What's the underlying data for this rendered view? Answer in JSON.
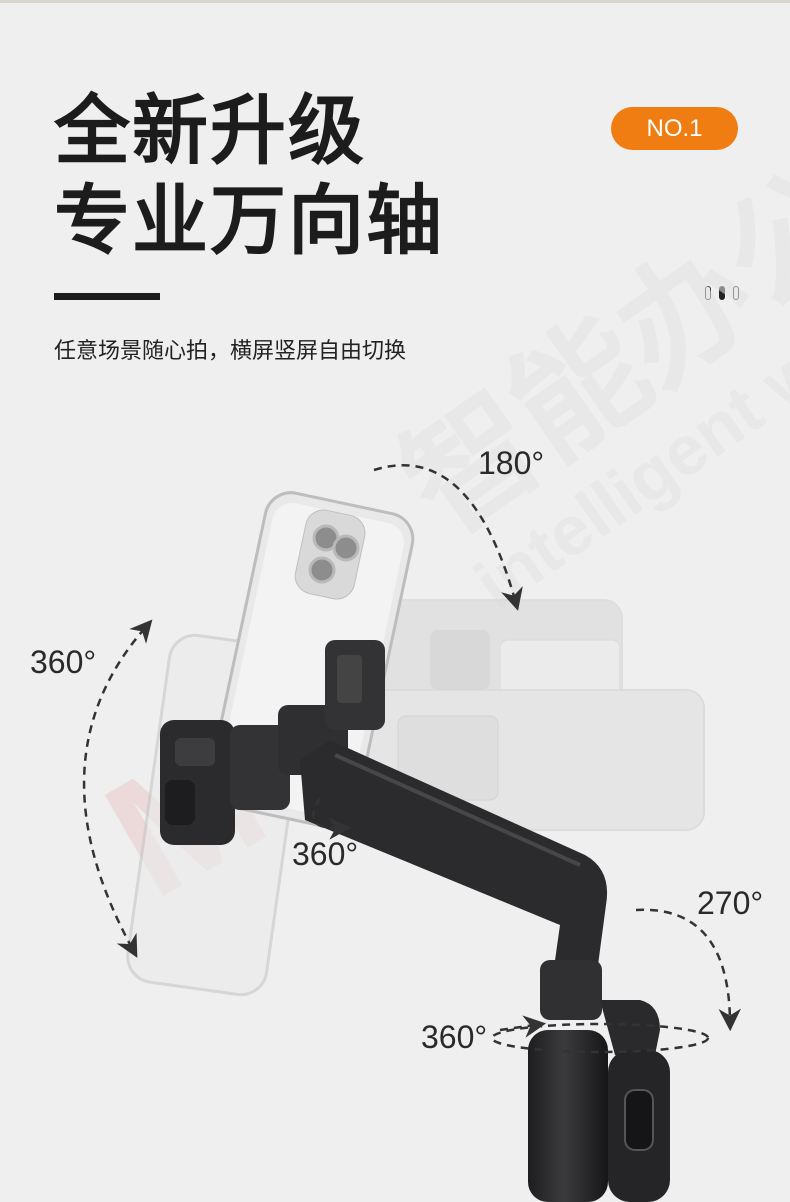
{
  "headline": {
    "line1": "全新升级",
    "line2": "专业万向轴"
  },
  "badge": "NO.1",
  "subtitle": "任意场景随心拍，横屏竖屏自由切换",
  "angles": {
    "top": "180°",
    "left": "360°",
    "middle": "360°",
    "right": "270°",
    "bottom": "360°"
  },
  "colors": {
    "accent": "#f07d12",
    "text": "#1c1c1c",
    "background": "#efefef",
    "device": "#2b2b2d"
  },
  "pager": {
    "count": 3,
    "active": 2
  },
  "watermark": [
    "M",
    "智能办公",
    "intelligent work"
  ]
}
